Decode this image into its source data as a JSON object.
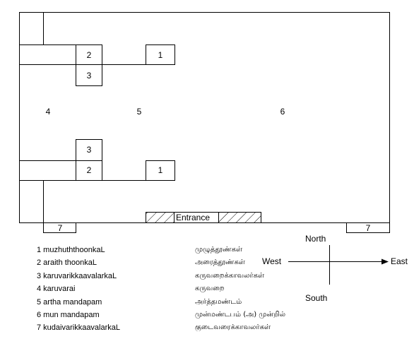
{
  "plan": {
    "room_labels": {
      "karuvarai": "4",
      "artha_mandapam": "5",
      "mun_mandapam": "6"
    },
    "pillar_labels": {
      "top_right": "1",
      "top_middle": "2",
      "top_lower": "3",
      "bottom_upper": "3",
      "bottom_middle": "2",
      "bottom_right": "1"
    },
    "entrance_label": "Entrance",
    "guard_labels": {
      "left": "7",
      "right": "7"
    }
  },
  "compass": {
    "north": "North",
    "south": "South",
    "west": "West",
    "east": "East"
  },
  "legend": [
    {
      "en": "1 muzhuththoonkaL",
      "ta": "முழுத்தூண்கள்"
    },
    {
      "en": "2 araith thoonkaL",
      "ta": "அரைத்தூண்கள்"
    },
    {
      "en": "3 karuvarikkaavalarkaL",
      "ta": "கருவறைக்காவலர்கள்"
    },
    {
      "en": "4 karuvarai",
      "ta": "கருவறை"
    },
    {
      "en": "5 artha mandapam",
      "ta": "அர்த்தமண்டம்"
    },
    {
      "en": "6 mun mandapam",
      "ta": "முன்மண்டபம் (அ) முன்றில்"
    },
    {
      "en": "7 kudaivarikkaavalarkaL",
      "ta": "குடைவரைக்காவலர்கள்"
    }
  ]
}
